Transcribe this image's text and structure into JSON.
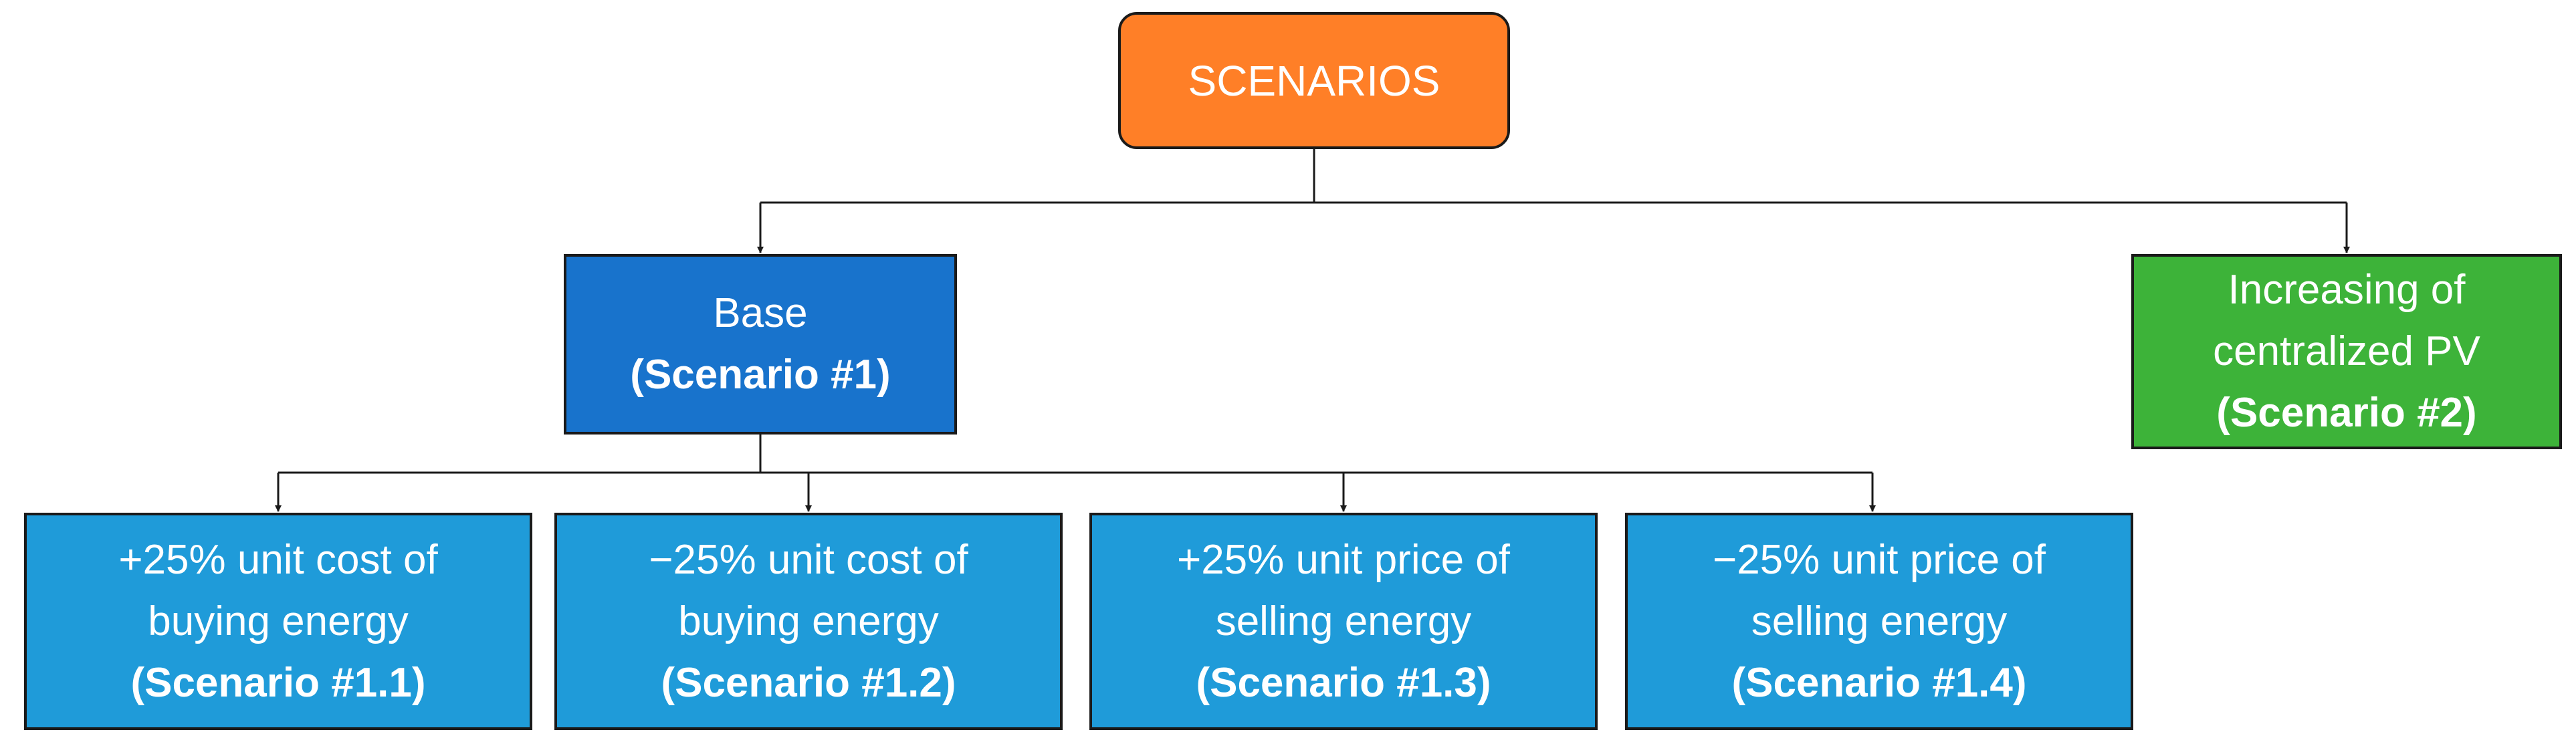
{
  "colors": {
    "root": "#FF7F27",
    "base": "#1873CC",
    "pv": "#3DB339",
    "sub": "#1F9BD9",
    "line": "#1a1a1a"
  },
  "root": {
    "label": "SCENARIOS"
  },
  "base": {
    "line1": "Base",
    "tag": "(Scenario #1)"
  },
  "pv": {
    "line1": "Increasing of",
    "line2": "centralized PV",
    "tag": "(Scenario #2)"
  },
  "subs": [
    {
      "line1": "+25% unit cost of",
      "line2": "buying energy",
      "tag": "(Scenario #1.1)"
    },
    {
      "line1": "−25% unit cost of",
      "line2": "buying energy",
      "tag": "(Scenario #1.2)"
    },
    {
      "line1": "+25% unit price of",
      "line2": "selling energy",
      "tag": "(Scenario #1.3)"
    },
    {
      "line1": "−25% unit price of",
      "line2": "selling energy",
      "tag": "(Scenario #1.4)"
    }
  ]
}
